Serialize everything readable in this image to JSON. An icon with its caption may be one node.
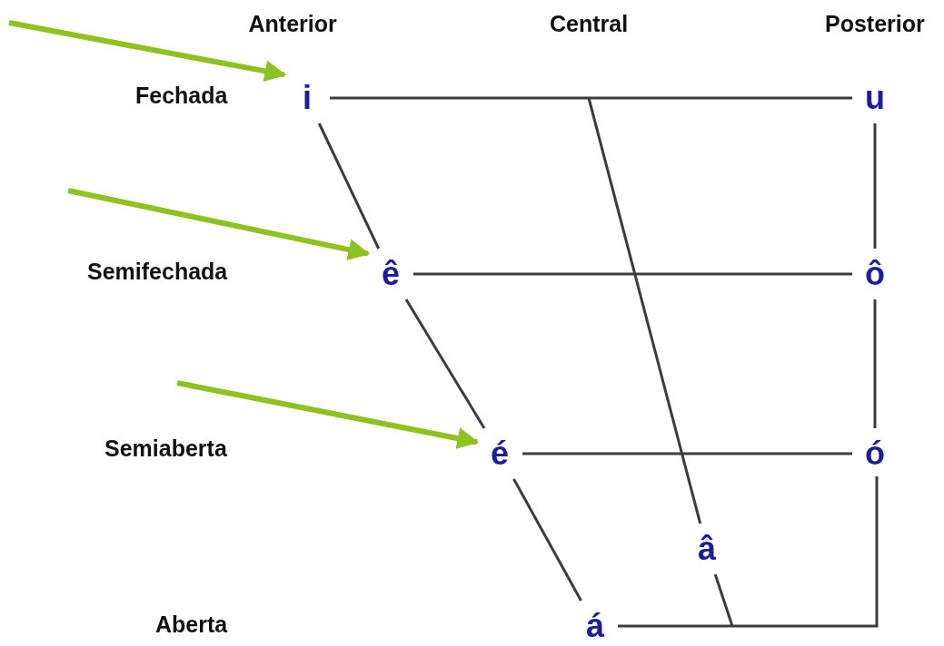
{
  "diagram": {
    "nodes": [
      {
        "text": [
          "i"
        ]
      },
      {
        "text": [
          "ê"
        ]
      },
      {
        "text": [
          "é"
        ]
      },
      {
        "text": [
          "á"
        ]
      },
      {
        "text": [
          "u"
        ]
      },
      {
        "text": [
          "ô"
        ]
      },
      {
        "text": [
          "ó"
        ]
      },
      {
        "text": [
          "â"
        ]
      }
    ],
    "edges": [
      {
        "from": 0,
        "to": 4,
        "arrow": "none"
      },
      {
        "from": 1,
        "to": 5,
        "arrow": "none"
      },
      {
        "from": 2,
        "to": 6,
        "arrow": "none"
      },
      {
        "from": 0,
        "to": 1,
        "arrow": "none"
      },
      {
        "from": 1,
        "to": 2,
        "arrow": "none"
      },
      {
        "from": 2,
        "to": 3,
        "arrow": "none"
      },
      {
        "from": 4,
        "to": 5,
        "arrow": "none"
      },
      {
        "from": 5,
        "to": 6,
        "arrow": "none"
      },
      {
        "from": 6,
        "to": 3,
        "arrow": "none"
      },
      {
        "from": null,
        "to": 7,
        "arrow": "none"
      },
      {
        "from": 7,
        "to": null,
        "arrow": "none"
      },
      {
        "from": null,
        "to": 0,
        "arrow": "to",
        "style": "thick",
        "color": "#8dc21f"
      },
      {
        "from": null,
        "to": 1,
        "arrow": "to",
        "style": "thick",
        "color": "#8dc21f"
      },
      {
        "from": null,
        "to": 2,
        "arrow": "to",
        "style": "thick",
        "color": "#8dc21f"
      }
    ],
    "labels": [
      "Anterior",
      "Central",
      "Posterior",
      "Fechada",
      "Semifechada",
      "Semiaberta",
      "Aberta"
    ]
  }
}
